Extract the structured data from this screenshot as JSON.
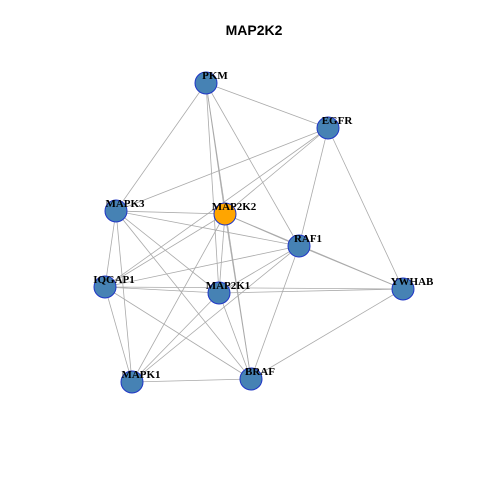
{
  "title": "MAP2K2",
  "colors": {
    "node_default": "#4682b4",
    "node_focus": "#ffa500",
    "node_border": "#1f35c6",
    "edge": "#aaaaaa"
  },
  "nodes": [
    {
      "id": "PKM",
      "label": "PKM",
      "focus": false
    },
    {
      "id": "EGFR",
      "label": "EGFR",
      "focus": false
    },
    {
      "id": "MAPK3",
      "label": "MAPK3",
      "focus": false
    },
    {
      "id": "MAP2K2",
      "label": "MAP2K2",
      "focus": true
    },
    {
      "id": "RAF1",
      "label": "RAF1",
      "focus": false
    },
    {
      "id": "YWHAB",
      "label": "YWHAB",
      "focus": false
    },
    {
      "id": "IQGAP1",
      "label": "IQGAP1",
      "focus": false
    },
    {
      "id": "MAP2K1",
      "label": "MAP2K1",
      "focus": false
    },
    {
      "id": "MAPK1",
      "label": "MAPK1",
      "focus": false
    },
    {
      "id": "BRAF",
      "label": "BRAF",
      "focus": false
    }
  ],
  "edges": [
    [
      "PKM",
      "EGFR"
    ],
    [
      "PKM",
      "MAPK3"
    ],
    [
      "PKM",
      "MAP2K2"
    ],
    [
      "PKM",
      "RAF1"
    ],
    [
      "PKM",
      "MAP2K1"
    ],
    [
      "PKM",
      "BRAF"
    ],
    [
      "EGFR",
      "MAPK3"
    ],
    [
      "EGFR",
      "MAP2K2"
    ],
    [
      "EGFR",
      "RAF1"
    ],
    [
      "EGFR",
      "YWHAB"
    ],
    [
      "EGFR",
      "IQGAP1"
    ],
    [
      "MAPK3",
      "MAP2K2"
    ],
    [
      "MAPK3",
      "RAF1"
    ],
    [
      "MAPK3",
      "IQGAP1"
    ],
    [
      "MAPK3",
      "MAP2K1"
    ],
    [
      "MAPK3",
      "MAPK1"
    ],
    [
      "MAPK3",
      "BRAF"
    ],
    [
      "MAP2K2",
      "RAF1"
    ],
    [
      "MAP2K2",
      "IQGAP1"
    ],
    [
      "MAP2K2",
      "MAP2K1"
    ],
    [
      "MAP2K2",
      "MAPK1"
    ],
    [
      "MAP2K2",
      "BRAF"
    ],
    [
      "MAP2K2",
      "YWHAB"
    ],
    [
      "RAF1",
      "YWHAB"
    ],
    [
      "RAF1",
      "IQGAP1"
    ],
    [
      "RAF1",
      "MAP2K1"
    ],
    [
      "RAF1",
      "MAPK1"
    ],
    [
      "RAF1",
      "BRAF"
    ],
    [
      "YWHAB",
      "IQGAP1"
    ],
    [
      "YWHAB",
      "MAP2K1"
    ],
    [
      "YWHAB",
      "BRAF"
    ],
    [
      "IQGAP1",
      "MAP2K1"
    ],
    [
      "IQGAP1",
      "MAPK1"
    ],
    [
      "IQGAP1",
      "BRAF"
    ],
    [
      "MAP2K1",
      "MAPK1"
    ],
    [
      "MAP2K1",
      "BRAF"
    ],
    [
      "MAPK1",
      "BRAF"
    ]
  ]
}
